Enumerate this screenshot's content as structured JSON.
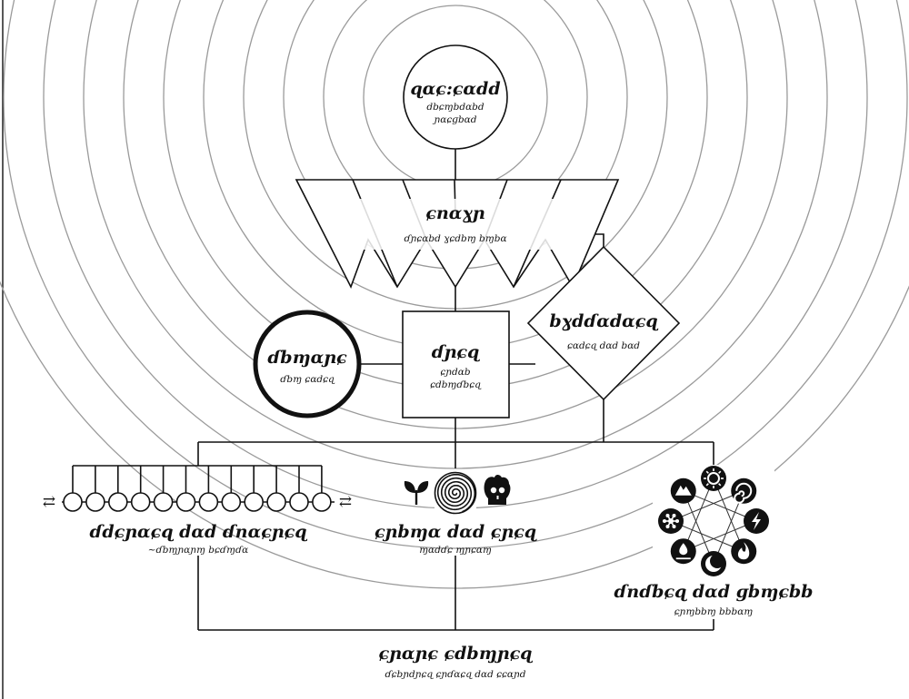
{
  "rings": {
    "count": 11,
    "color": "#9a9a9a"
  },
  "nodes": {
    "apex": {
      "title": "ɋɑɕ:ɕɑdd",
      "subtitle_1": "dbɕɱbdɑbd",
      "subtitle_2": "ɲɑɕɡbɑd"
    },
    "triangle": {
      "title": "ɕnɑɣɲ",
      "subtitle": "ɗɲɕɑbd ɣɕdbɱ bɱbɑ"
    },
    "diamond": {
      "title": "bɣdɗɑdɑɕɋ",
      "subtitle": "ɕɑdɕɋ dɑd bɑd"
    },
    "square": {
      "title": "ɗɲɕɋ",
      "subtitle_1": "ɕɲdɑb",
      "subtitle_2": "ɕdbɱɗbɕɋ"
    },
    "circle": {
      "title": "ɗbɱɑɲɕ",
      "subtitle": "ɗbɱ ɕɑdɕɋ"
    },
    "chain": {
      "title": "ɗdɕɲɑɕɋ dɑd ɗnɑɕɲɕɋ",
      "subtitle": "~ɗbɱɲɑɲɱ bɕɗɱɗɑ"
    },
    "spiral": {
      "title": "ɕɲbɱɑ dɑd ɕɲɕɋ",
      "subtitle": "ɱɑdɗɕ ɱɲɕɑɱ"
    },
    "elements": {
      "title": "ɗnɗbɕɋ dɑd ɡbɱɕbb",
      "subtitle": "ɕɲɱbbɱ bbbɑɱ"
    },
    "bottom": {
      "title": "ɕɲɑɲɕ ɕdbɱɲɕɋ",
      "subtitle": "ɗɕbɲdɲɕɋ ɕɲɗɑɕɋ dɑd ɕɕɑɲd"
    }
  },
  "chain": {
    "count": 12,
    "left_arrow": "⇄",
    "right_arrow": "⇄"
  },
  "spiral_icons": {
    "left": "sprout-icon",
    "center": "spiral-icon",
    "right": "skull-icon"
  },
  "element_icons": [
    "mountain-icon",
    "sun-icon",
    "vortex-icon",
    "lightning-icon",
    "flame-icon",
    "moon-icon",
    "droplet-icon",
    "snowflake-icon"
  ]
}
